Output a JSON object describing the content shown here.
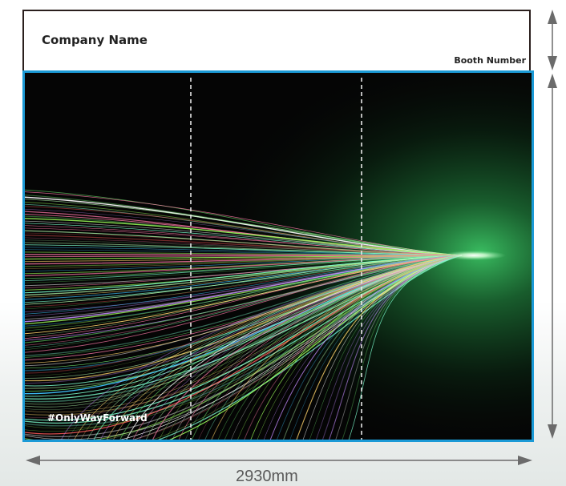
{
  "header": {
    "company_name": "Company Name",
    "booth_number": "Booth Number"
  },
  "graphic": {
    "hashtag": "#OnlyWayForward"
  },
  "dimensions": {
    "width_label": "2930mm",
    "header_height_label": "",
    "graphic_height_label": ""
  },
  "colors": {
    "panel_border": "#1b9ad6",
    "header_border": "#2a1f1d",
    "dimension_lines": "#6b6b6b",
    "glow": "#2fbf5a"
  }
}
